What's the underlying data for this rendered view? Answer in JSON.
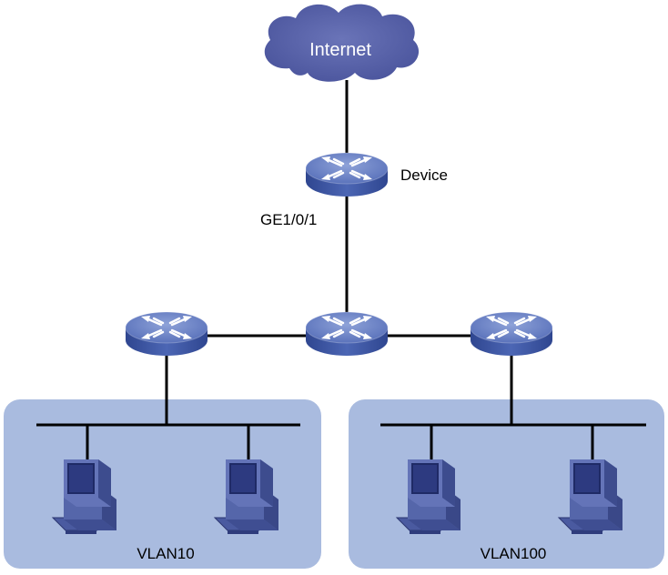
{
  "cloud": {
    "label": "Internet",
    "fill": "#5a64a8",
    "text_color": "#ffffff"
  },
  "core_device": {
    "label": "Device",
    "port_label": "GE1/0/1"
  },
  "vlans": [
    {
      "label": "VLAN10"
    },
    {
      "label": "VLAN100"
    }
  ],
  "colors": {
    "vlan_area": "#a9bbdf",
    "switch_top": "#6f86c6",
    "switch_side": "#3f58a6",
    "computer_body": "#5566aa",
    "link": "#000000"
  }
}
